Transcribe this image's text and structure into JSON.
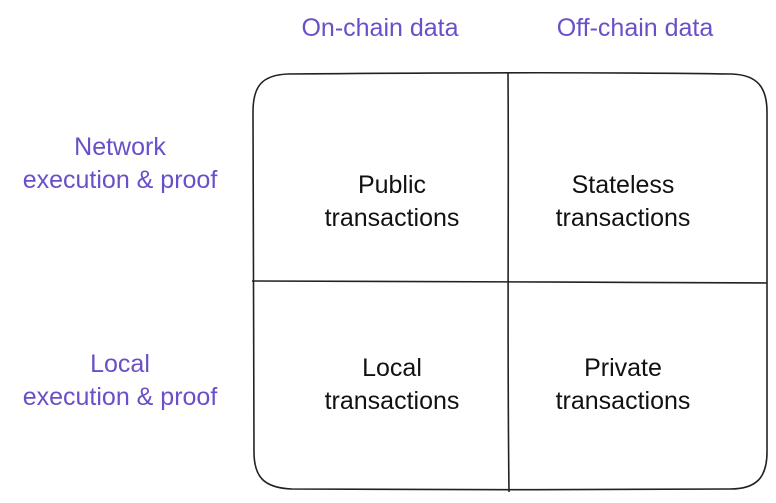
{
  "columns": {
    "on_chain": "On-chain data",
    "off_chain": "Off-chain data"
  },
  "rows": {
    "network": [
      "Network",
      "execution & proof"
    ],
    "local": [
      "Local",
      "execution & proof"
    ]
  },
  "cells": {
    "public": [
      "Public",
      "transactions"
    ],
    "stateless": [
      "Stateless",
      "transactions"
    ],
    "local": [
      "Local",
      "transactions"
    ],
    "private": [
      "Private",
      "transactions"
    ]
  },
  "colors": {
    "header_purple": "#6a4fc8",
    "line": "#222222",
    "text": "#111111"
  }
}
